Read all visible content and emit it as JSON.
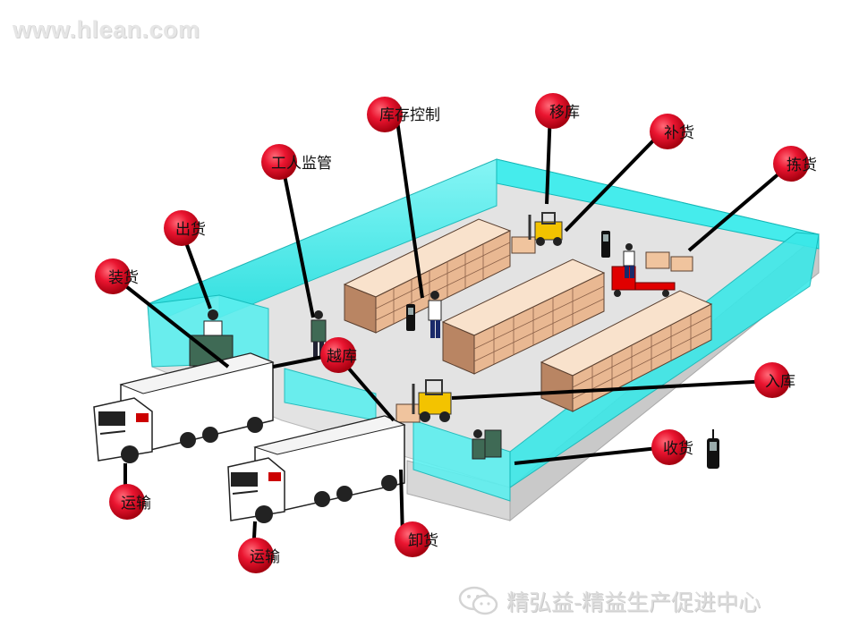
{
  "watermark": {
    "site": "www.hlean.com",
    "wechat": "精弘益-精益生产促进中心"
  },
  "labels": {
    "kucun_kongzhi": "库存控制",
    "yiku": "移库",
    "buhuo": "补货",
    "jianhuo": "拣货",
    "gongren_jianguan": "工人监管",
    "chuhuo": "出货",
    "zhuanghuo": "装货",
    "yueku": "越库",
    "ruku": "入库",
    "shouhuo": "收货",
    "yunshu_1": "运输",
    "yunshu_2": "运输",
    "xiehuo": "卸货"
  },
  "colors": {
    "marker": "#e8132a",
    "wall": "#00e5e5",
    "floor": "#e3e3e3",
    "box": "#f4d2b4",
    "forklift": "#f3c300",
    "pallet_jack": "#e00000"
  },
  "icons": [
    "handheld-scanner-icon",
    "forklift-icon",
    "truck-icon",
    "worker-icon",
    "pallet-jack-icon",
    "wechat-icon"
  ]
}
